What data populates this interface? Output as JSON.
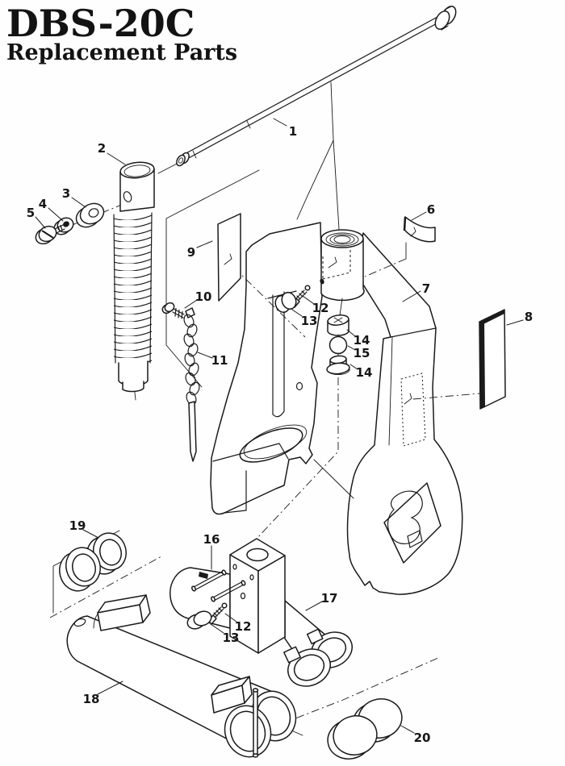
{
  "title": {
    "model": "DBS-20C",
    "subtitle": "Replacement Parts"
  },
  "diagram": {
    "type": "exploded-parts-diagram",
    "callouts": [
      {
        "part": "1"
      },
      {
        "part": "2"
      },
      {
        "part": "3"
      },
      {
        "part": "4"
      },
      {
        "part": "5"
      },
      {
        "part": "6"
      },
      {
        "part": "7"
      },
      {
        "part": "8"
      },
      {
        "part": "9"
      },
      {
        "part": "10"
      },
      {
        "part": "11"
      },
      {
        "part": "12"
      },
      {
        "part": "13"
      },
      {
        "part": "14"
      },
      {
        "part": "15"
      },
      {
        "part": "14"
      },
      {
        "part": "16"
      },
      {
        "part": "17"
      },
      {
        "part": "12"
      },
      {
        "part": "13"
      },
      {
        "part": "18"
      },
      {
        "part": "19"
      },
      {
        "part": "20"
      }
    ]
  }
}
